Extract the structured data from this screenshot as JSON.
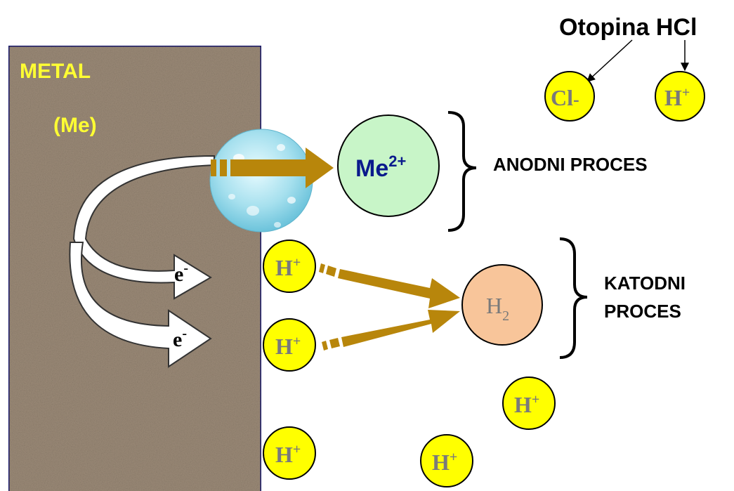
{
  "solution": {
    "title": "Otopina HCl"
  },
  "metal": {
    "label": "METAL",
    "symbol": "(Me)"
  },
  "ions": {
    "cl": {
      "base": "Cl",
      "sup": "-"
    },
    "h": {
      "base": "H",
      "sup": "+"
    },
    "me": {
      "base": "Me",
      "sup": "2+"
    },
    "h2": {
      "base": "H",
      "sub": "2"
    }
  },
  "electron": {
    "base": "e",
    "sup": "-"
  },
  "processes": {
    "anodic": "ANODNI PROCES",
    "cathodic_line1": "KATODNI",
    "cathodic_line2": "PROCES"
  },
  "colors": {
    "ion_yellow": "#ffff00",
    "me_ion": "#c8f5c8",
    "h2_molecule": "#f8c59a",
    "arrow_gold": "#b8860b",
    "metal_label": "#ffff33",
    "metal_texture": "#9c8b78",
    "me_text": "#0a1a8c"
  }
}
